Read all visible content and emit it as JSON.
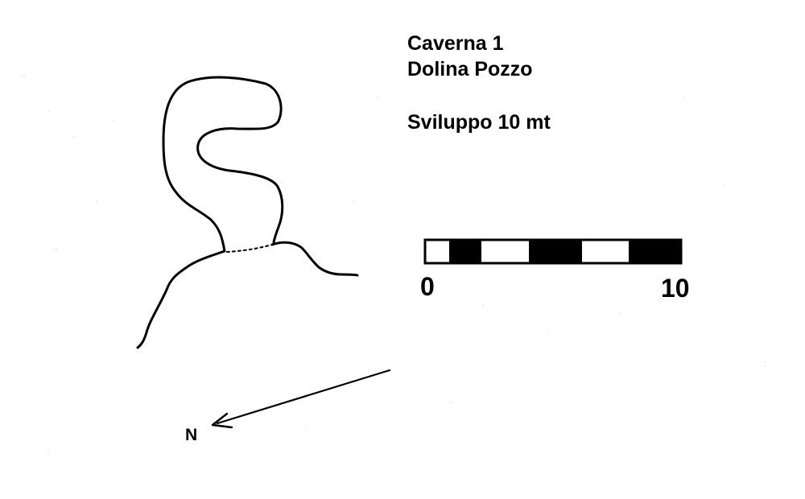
{
  "header": {
    "cave_name": "Caverna 1",
    "location": "Dolina Pozzo",
    "development": "Sviluppo 10 mt"
  },
  "scale_bar": {
    "start_label": "0",
    "end_label": "10"
  },
  "north_arrow": {
    "label": "N"
  },
  "colors": {
    "ink": "#000000",
    "paper": "#ffffff"
  }
}
